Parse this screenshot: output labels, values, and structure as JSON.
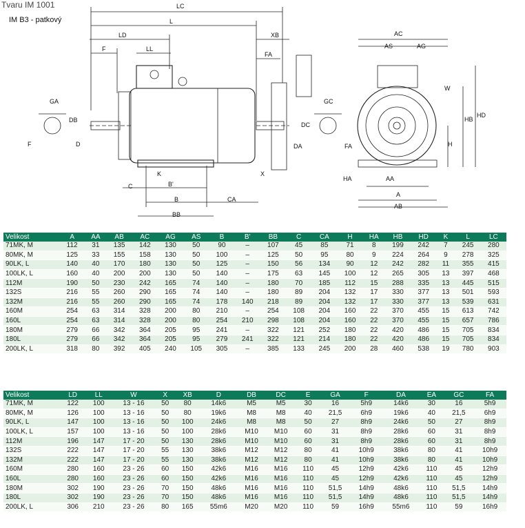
{
  "header": {
    "title": "Tvaru IM 1001",
    "subtitle": "IM B3 - patkový"
  },
  "drawing_labels": {
    "LC": "LC",
    "L": "L",
    "LD": "LD",
    "F": "F",
    "LL": "LL",
    "XB": "XB",
    "FA": "FA",
    "GA": "GA",
    "DB": "DB",
    "D": "D",
    "F2": "F",
    "K": "K",
    "C": "C",
    "Bp": "B'",
    "B": "B",
    "BB": "BB",
    "CA": "CA",
    "X": "X",
    "DC": "DC",
    "DA": "DA",
    "GC": "GC",
    "FA2": "FA",
    "AC": "AC",
    "AS": "AS",
    "AG": "AG",
    "W": "W",
    "HD": "HD",
    "HB": "HB",
    "H": "H",
    "HA": "HA",
    "AA": "AA",
    "A": "A",
    "AB": "AB"
  },
  "table1": {
    "headers": [
      "Velikost",
      "A",
      "AA",
      "AB",
      "AC",
      "AG",
      "AS",
      "B",
      "B'",
      "BB",
      "C",
      "CA",
      "H",
      "HA",
      "HB",
      "HD",
      "K",
      "L",
      "LC"
    ],
    "rows": [
      [
        "71MK, M",
        "112",
        "31",
        "135",
        "142",
        "130",
        "50",
        "90",
        "–",
        "107",
        "45",
        "85",
        "71",
        "8",
        "199",
        "242",
        "7",
        "245",
        "280"
      ],
      [
        "80MK, M",
        "125",
        "33",
        "155",
        "158",
        "130",
        "50",
        "100",
        "–",
        "125",
        "50",
        "95",
        "80",
        "9",
        "224",
        "264",
        "9",
        "278",
        "325"
      ],
      [
        "90LK, L",
        "140",
        "40",
        "170",
        "180",
        "130",
        "50",
        "125",
        "–",
        "150",
        "56",
        "134",
        "90",
        "12",
        "242",
        "282",
        "11",
        "355",
        "415"
      ],
      [
        "100LK, L",
        "160",
        "40",
        "200",
        "200",
        "130",
        "50",
        "140",
        "–",
        "175",
        "63",
        "145",
        "100",
        "12",
        "265",
        "305",
        "13",
        "397",
        "468"
      ],
      [
        "112M",
        "190",
        "50",
        "230",
        "242",
        "165",
        "74",
        "140",
        "–",
        "180",
        "70",
        "185",
        "112",
        "15",
        "288",
        "335",
        "13",
        "445",
        "515"
      ],
      [
        "132S",
        "216",
        "55",
        "260",
        "290",
        "165",
        "74",
        "140",
        "–",
        "180",
        "89",
        "204",
        "132",
        "17",
        "330",
        "377",
        "13",
        "501",
        "593"
      ],
      [
        "132M",
        "216",
        "55",
        "260",
        "290",
        "165",
        "74",
        "178",
        "140",
        "218",
        "89",
        "204",
        "132",
        "17",
        "330",
        "377",
        "13",
        "539",
        "631"
      ],
      [
        "160M",
        "254",
        "63",
        "314",
        "328",
        "200",
        "80",
        "210",
        "–",
        "254",
        "108",
        "204",
        "160",
        "22",
        "370",
        "455",
        "15",
        "613",
        "742"
      ],
      [
        "160L",
        "254",
        "63",
        "314",
        "328",
        "200",
        "80",
        "254",
        "210",
        "298",
        "108",
        "204",
        "160",
        "22",
        "370",
        "455",
        "15",
        "657",
        "786"
      ],
      [
        "180M",
        "279",
        "66",
        "342",
        "364",
        "205",
        "95",
        "241",
        "–",
        "322",
        "121",
        "252",
        "180",
        "22",
        "420",
        "486",
        "15",
        "705",
        "834"
      ],
      [
        "180L",
        "279",
        "66",
        "342",
        "364",
        "205",
        "95",
        "279",
        "241",
        "322",
        "121",
        "214",
        "180",
        "22",
        "420",
        "486",
        "15",
        "705",
        "834"
      ],
      [
        "200LK, L",
        "318",
        "80",
        "392",
        "405",
        "240",
        "105",
        "305",
        "–",
        "385",
        "133",
        "245",
        "200",
        "28",
        "460",
        "538",
        "19",
        "780",
        "903"
      ]
    ]
  },
  "table2": {
    "headers": [
      "Velikost",
      "LD",
      "LL",
      "W",
      "X",
      "XB",
      "D",
      "DB",
      "DC",
      "E",
      "GA",
      "F",
      "DA",
      "EA",
      "GC",
      "FA"
    ],
    "rows": [
      [
        "71MK, M",
        "122",
        "100",
        "13 - 16",
        "50",
        "80",
        "14k6",
        "M5",
        "M5",
        "30",
        "16",
        "5h9",
        "14k6",
        "30",
        "16",
        "5h9"
      ],
      [
        "80MK, M",
        "126",
        "100",
        "13 - 16",
        "50",
        "80",
        "19k6",
        "M8",
        "M8",
        "40",
        "21,5",
        "6h9",
        "19k6",
        "40",
        "21,5",
        "6h9"
      ],
      [
        "90LK, L",
        "147",
        "100",
        "13 - 16",
        "50",
        "100",
        "24k6",
        "M8",
        "M8",
        "50",
        "27",
        "8h9",
        "24k6",
        "50",
        "27",
        "8h9"
      ],
      [
        "100LK, L",
        "157",
        "100",
        "13 - 16",
        "50",
        "100",
        "28k6",
        "M10",
        "M10",
        "60",
        "31",
        "8h9",
        "28k6",
        "60",
        "31",
        "8h9"
      ],
      [
        "112M",
        "196",
        "147",
        "17 - 20",
        "50",
        "130",
        "28k6",
        "M10",
        "M10",
        "60",
        "31",
        "8h9",
        "28k6",
        "60",
        "31",
        "8h9"
      ],
      [
        "132S",
        "222",
        "147",
        "17 - 20",
        "55",
        "130",
        "38k6",
        "M12",
        "M12",
        "80",
        "41",
        "10h9",
        "38k6",
        "80",
        "41",
        "10h9"
      ],
      [
        "132M",
        "222",
        "147",
        "17 - 20",
        "55",
        "130",
        "38k6",
        "M12",
        "M12",
        "80",
        "41",
        "10h9",
        "38k6",
        "80",
        "41",
        "10h9"
      ],
      [
        "160M",
        "280",
        "160",
        "23 - 26",
        "60",
        "150",
        "42k6",
        "M16",
        "M16",
        "110",
        "45",
        "12h9",
        "42k6",
        "110",
        "45",
        "12h9"
      ],
      [
        "160L",
        "280",
        "160",
        "23 - 26",
        "60",
        "150",
        "42k6",
        "M16",
        "M16",
        "110",
        "45",
        "12h9",
        "42k6",
        "110",
        "45",
        "12h9"
      ],
      [
        "180M",
        "302",
        "190",
        "23 - 26",
        "70",
        "150",
        "48k6",
        "M16",
        "M16",
        "110",
        "51,5",
        "14h9",
        "48k6",
        "110",
        "51,5",
        "14h9"
      ],
      [
        "180L",
        "302",
        "190",
        "23 - 26",
        "70",
        "150",
        "48k6",
        "M16",
        "M16",
        "110",
        "51,5",
        "14h9",
        "48k6",
        "110",
        "51,5",
        "14h9"
      ],
      [
        "200LK, L",
        "306",
        "210",
        "23 - 26",
        "80",
        "165",
        "55m6",
        "M20",
        "M20",
        "110",
        "59",
        "16h9",
        "55m6",
        "110",
        "59",
        "16h9"
      ]
    ]
  }
}
